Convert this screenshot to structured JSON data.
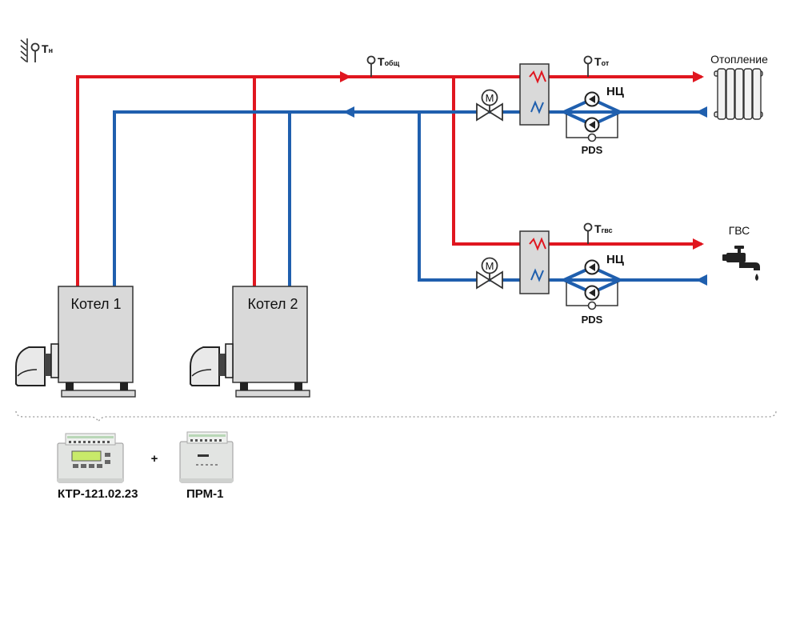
{
  "colors": {
    "supply": "#e0161f",
    "return": "#1f5fae",
    "equipment_fill": "#d9d9d9",
    "outline": "#333333"
  },
  "sensors": {
    "outdoor": {
      "main": "Т",
      "sub": "н"
    },
    "common": {
      "main": "Т",
      "sub": "общ"
    },
    "heating": {
      "main": "Т",
      "sub": "от"
    },
    "dhw": {
      "main": "Т",
      "sub": "гвс"
    }
  },
  "circuits": {
    "heating": {
      "label": "Отопление",
      "pump_label": "НЦ",
      "pds_label": "PDS"
    },
    "dhw": {
      "label": "ГВС",
      "pump_label": "НЦ",
      "pds_label": "PDS"
    }
  },
  "boilers": [
    {
      "label": "Котел 1"
    },
    {
      "label": "Котел 2"
    }
  ],
  "valves": {
    "motor_label": "M"
  },
  "controllers": {
    "plus": "+",
    "items": [
      {
        "name": "КТР-121.02.23"
      },
      {
        "name": "ПРМ-1"
      }
    ]
  }
}
